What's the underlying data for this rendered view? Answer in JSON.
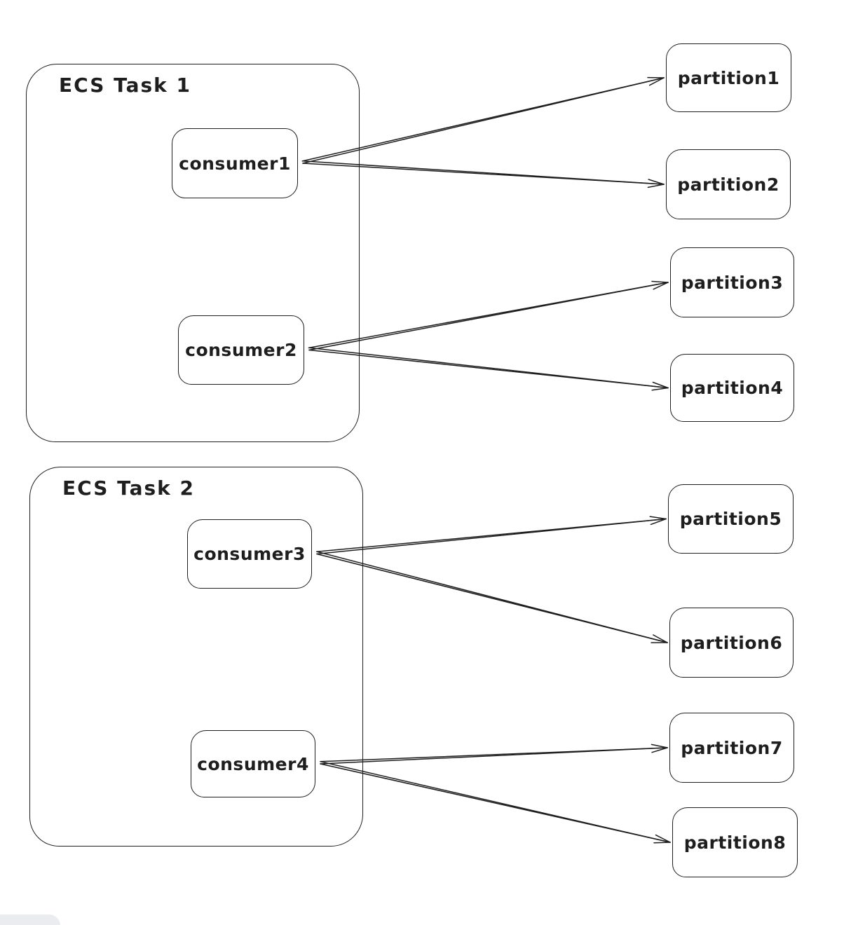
{
  "diagram": {
    "stroke_color": "#1e1e1e",
    "background_color": "#ffffff",
    "tasks": [
      {
        "id": "task1",
        "label": "ECS Task 1"
      },
      {
        "id": "task2",
        "label": "ECS Task 2"
      }
    ],
    "consumers": [
      {
        "id": "consumer1",
        "label": "consumer1",
        "task": "ECS Task 1"
      },
      {
        "id": "consumer2",
        "label": "consumer2",
        "task": "ECS Task 1"
      },
      {
        "id": "consumer3",
        "label": "consumer3",
        "task": "ECS Task 2"
      },
      {
        "id": "consumer4",
        "label": "consumer4",
        "task": "ECS Task 2"
      }
    ],
    "partitions": [
      {
        "id": "partition1",
        "label": "partition1"
      },
      {
        "id": "partition2",
        "label": "partition2"
      },
      {
        "id": "partition3",
        "label": "partition3"
      },
      {
        "id": "partition4",
        "label": "partition4"
      },
      {
        "id": "partition5",
        "label": "partition5"
      },
      {
        "id": "partition6",
        "label": "partition6"
      },
      {
        "id": "partition7",
        "label": "partition7"
      },
      {
        "id": "partition8",
        "label": "partition8"
      }
    ],
    "edges": [
      {
        "from": "consumer1",
        "to": "partition1"
      },
      {
        "from": "consumer1",
        "to": "partition2"
      },
      {
        "from": "consumer2",
        "to": "partition3"
      },
      {
        "from": "consumer2",
        "to": "partition4"
      },
      {
        "from": "consumer3",
        "to": "partition5"
      },
      {
        "from": "consumer3",
        "to": "partition6"
      },
      {
        "from": "consumer4",
        "to": "partition7"
      },
      {
        "from": "consumer4",
        "to": "partition8"
      }
    ]
  },
  "ui": {
    "island_color": "#ebecf0"
  }
}
